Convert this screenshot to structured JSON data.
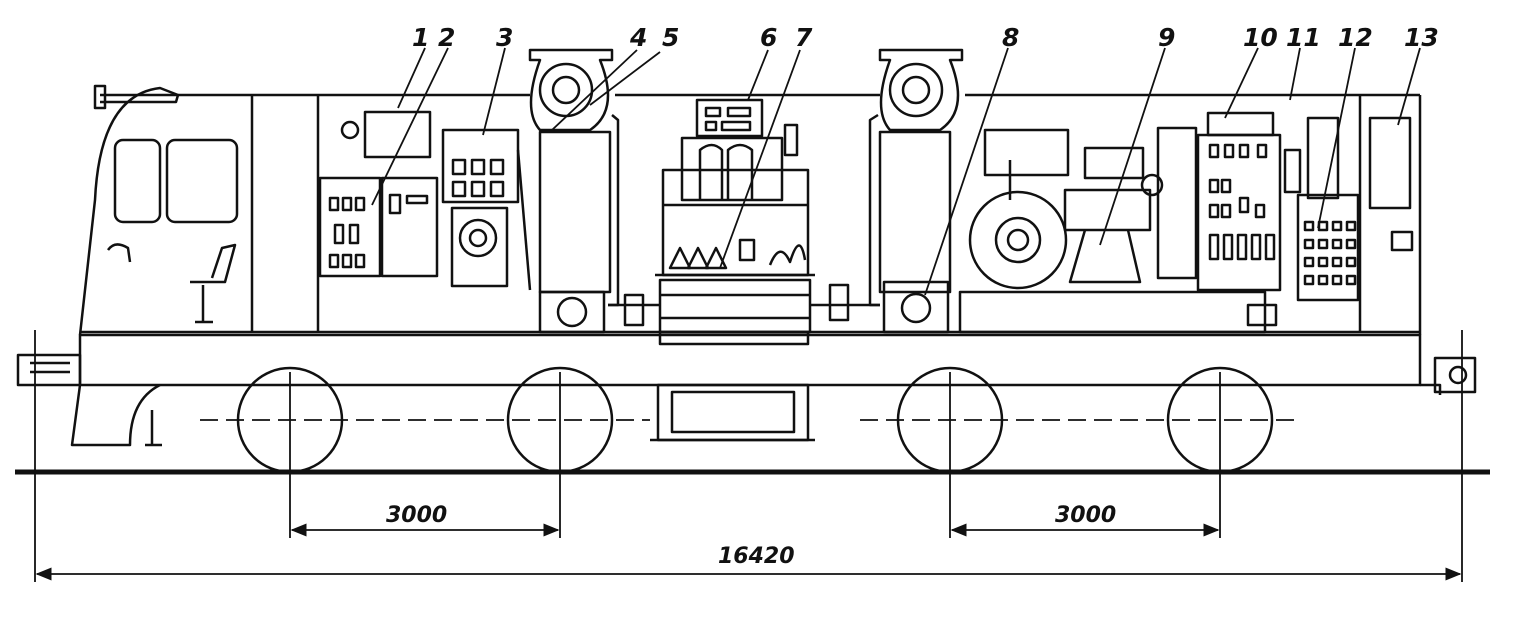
{
  "callouts": [
    "1",
    "2",
    "3",
    "4",
    "5",
    "6",
    "7",
    "8",
    "9",
    "10",
    "11",
    "12",
    "13"
  ],
  "dimensions": {
    "bogie_base_left": "3000",
    "bogie_base_right": "3000",
    "overall_length": "16420"
  }
}
